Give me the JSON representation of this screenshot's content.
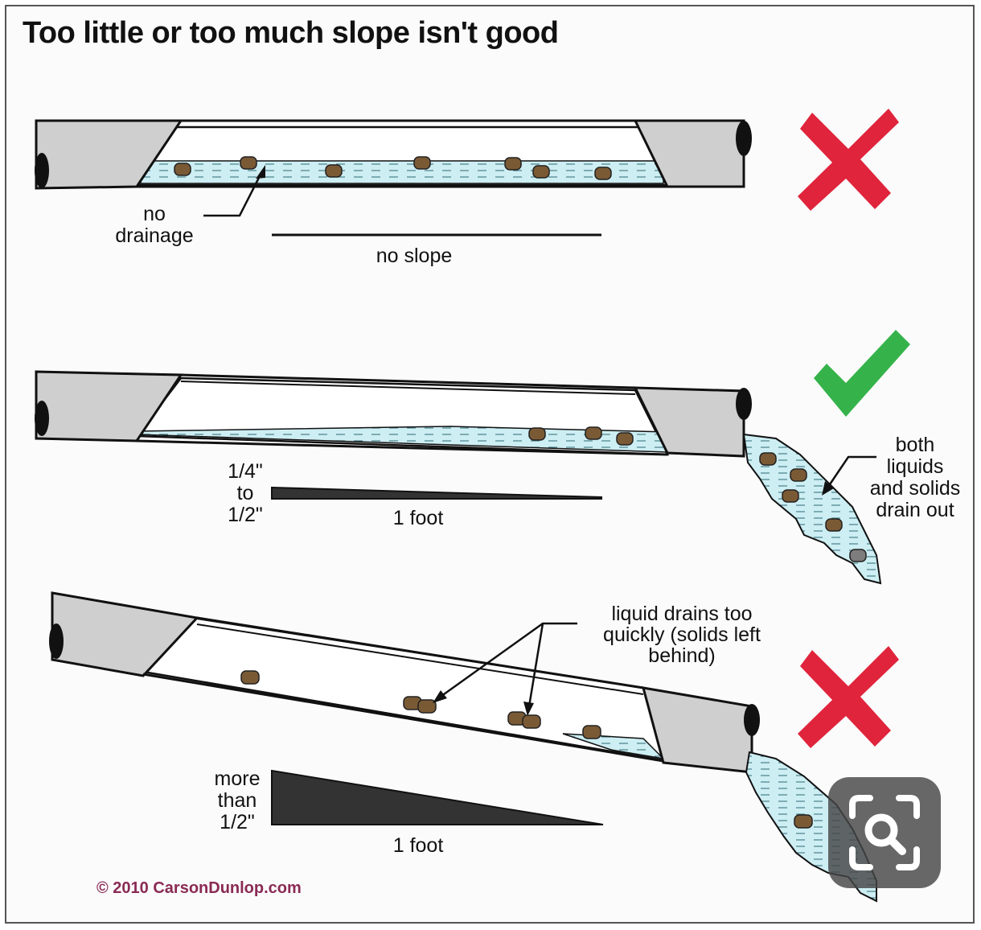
{
  "title": "Too little or too much slope isn't good",
  "panel1": {
    "label_no_drainage": [
      "no",
      "drainage"
    ],
    "label_no_slope": "no slope",
    "verdict": "x-mark-icon"
  },
  "panel2": {
    "label_rise": [
      "1/4\"",
      "to",
      "1/2\""
    ],
    "label_run": "1 foot",
    "label_drain": [
      "both",
      "liquids",
      "and solids",
      "drain out"
    ],
    "verdict": "check-mark-icon"
  },
  "panel3": {
    "label_rise": [
      "more",
      "than",
      "1/2\""
    ],
    "label_run": "1 foot",
    "label_callout": [
      "liquid drains too",
      "quickly (solids left",
      "behind)"
    ],
    "verdict": "x-mark-icon"
  },
  "copyright": "© 2010 CarsonDunlop.com",
  "colors": {
    "pipe": "#cfcfcf",
    "water": "#cdeef3",
    "solid": "#7a5a35",
    "cross": "#e0243c",
    "check": "#35b34a"
  },
  "overlay": {
    "icon": "visual-search-icon"
  }
}
